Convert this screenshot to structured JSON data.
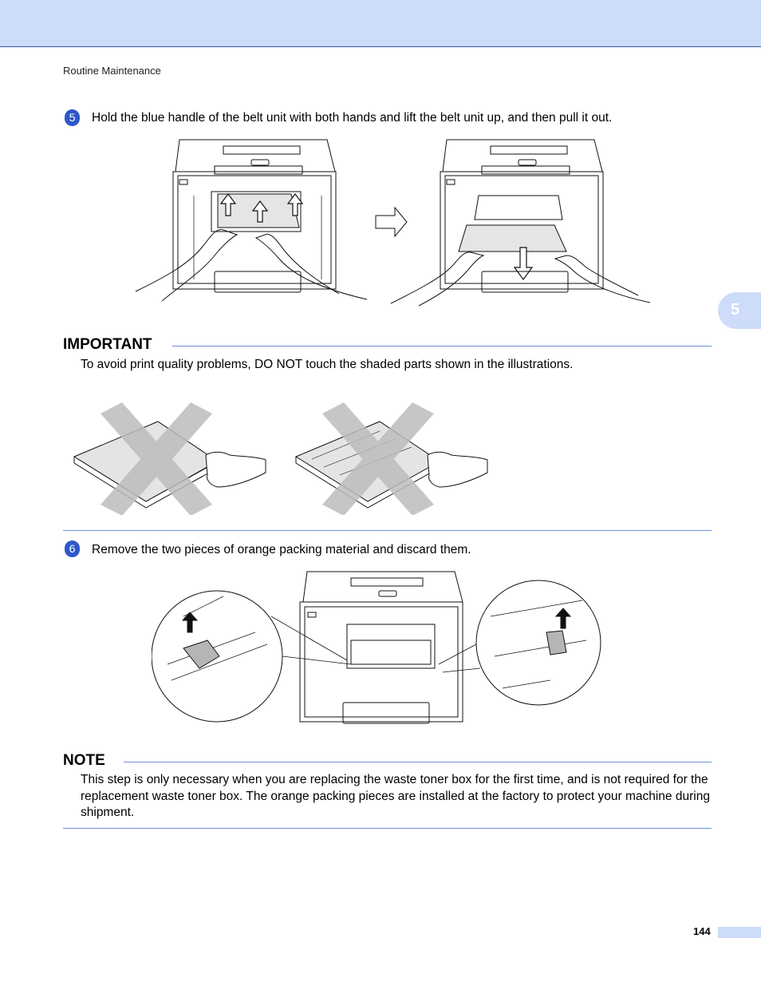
{
  "header": {
    "running_title": "Routine Maintenance"
  },
  "chapter_tab": "5",
  "steps": [
    {
      "number": "5",
      "text": "Hold the blue handle of the belt unit with both hands and lift the belt unit up, and then pull it out."
    },
    {
      "number": "6",
      "text": "Remove the two pieces of orange packing material and discard them."
    }
  ],
  "important": {
    "heading": "IMPORTANT",
    "text": "To avoid print quality problems, DO NOT touch the shaded parts shown in the illustrations."
  },
  "note": {
    "heading": "NOTE",
    "text": "This step is only necessary when you are replacing the waste toner box for the first time, and is not required for the replacement waste toner box. The orange packing pieces are installed at the factory to protect your machine during shipment."
  },
  "footer": {
    "page_number": "144"
  },
  "colors": {
    "accent": "#2f57c8",
    "band": "#cddcf9",
    "rule": "#6b8fe0"
  }
}
